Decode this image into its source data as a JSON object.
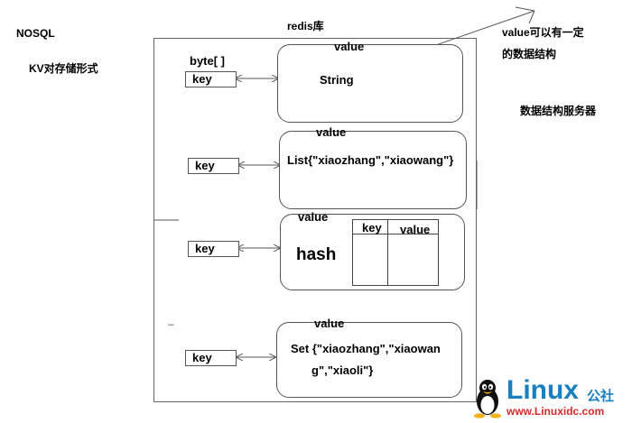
{
  "notes": {
    "nosql": "NOSQL",
    "kv_form": "KV对存储形式",
    "redis_lib": "redis库",
    "value_structure_line1": "value可以有一定",
    "value_structure_line2": "的数据结构",
    "server": "数据结构服务器",
    "byte": "byte[ ]"
  },
  "rows": [
    {
      "value_label": "value",
      "key_label": "key",
      "content": "String"
    },
    {
      "value_label": "value",
      "key_label": "key",
      "content": "List{\"xiaozhang\",\"xiaowang\"}"
    },
    {
      "value_label": "value",
      "key_label": "key",
      "content": "hash",
      "table_headers": [
        "key",
        "value"
      ]
    },
    {
      "value_label": "value",
      "key_label": "key",
      "content_line1": "Set {\"xiaozhang\",\"xiaowan",
      "content_line2": "g\",\"xiaoli\"}"
    }
  ],
  "stray_mark": "–",
  "logo": {
    "brand": "Linux",
    "brand_cn": "公社",
    "url": "www.Linuxidc.com",
    "colors": {
      "brand": "#1a7fc1",
      "url": "#d62a2a"
    }
  }
}
